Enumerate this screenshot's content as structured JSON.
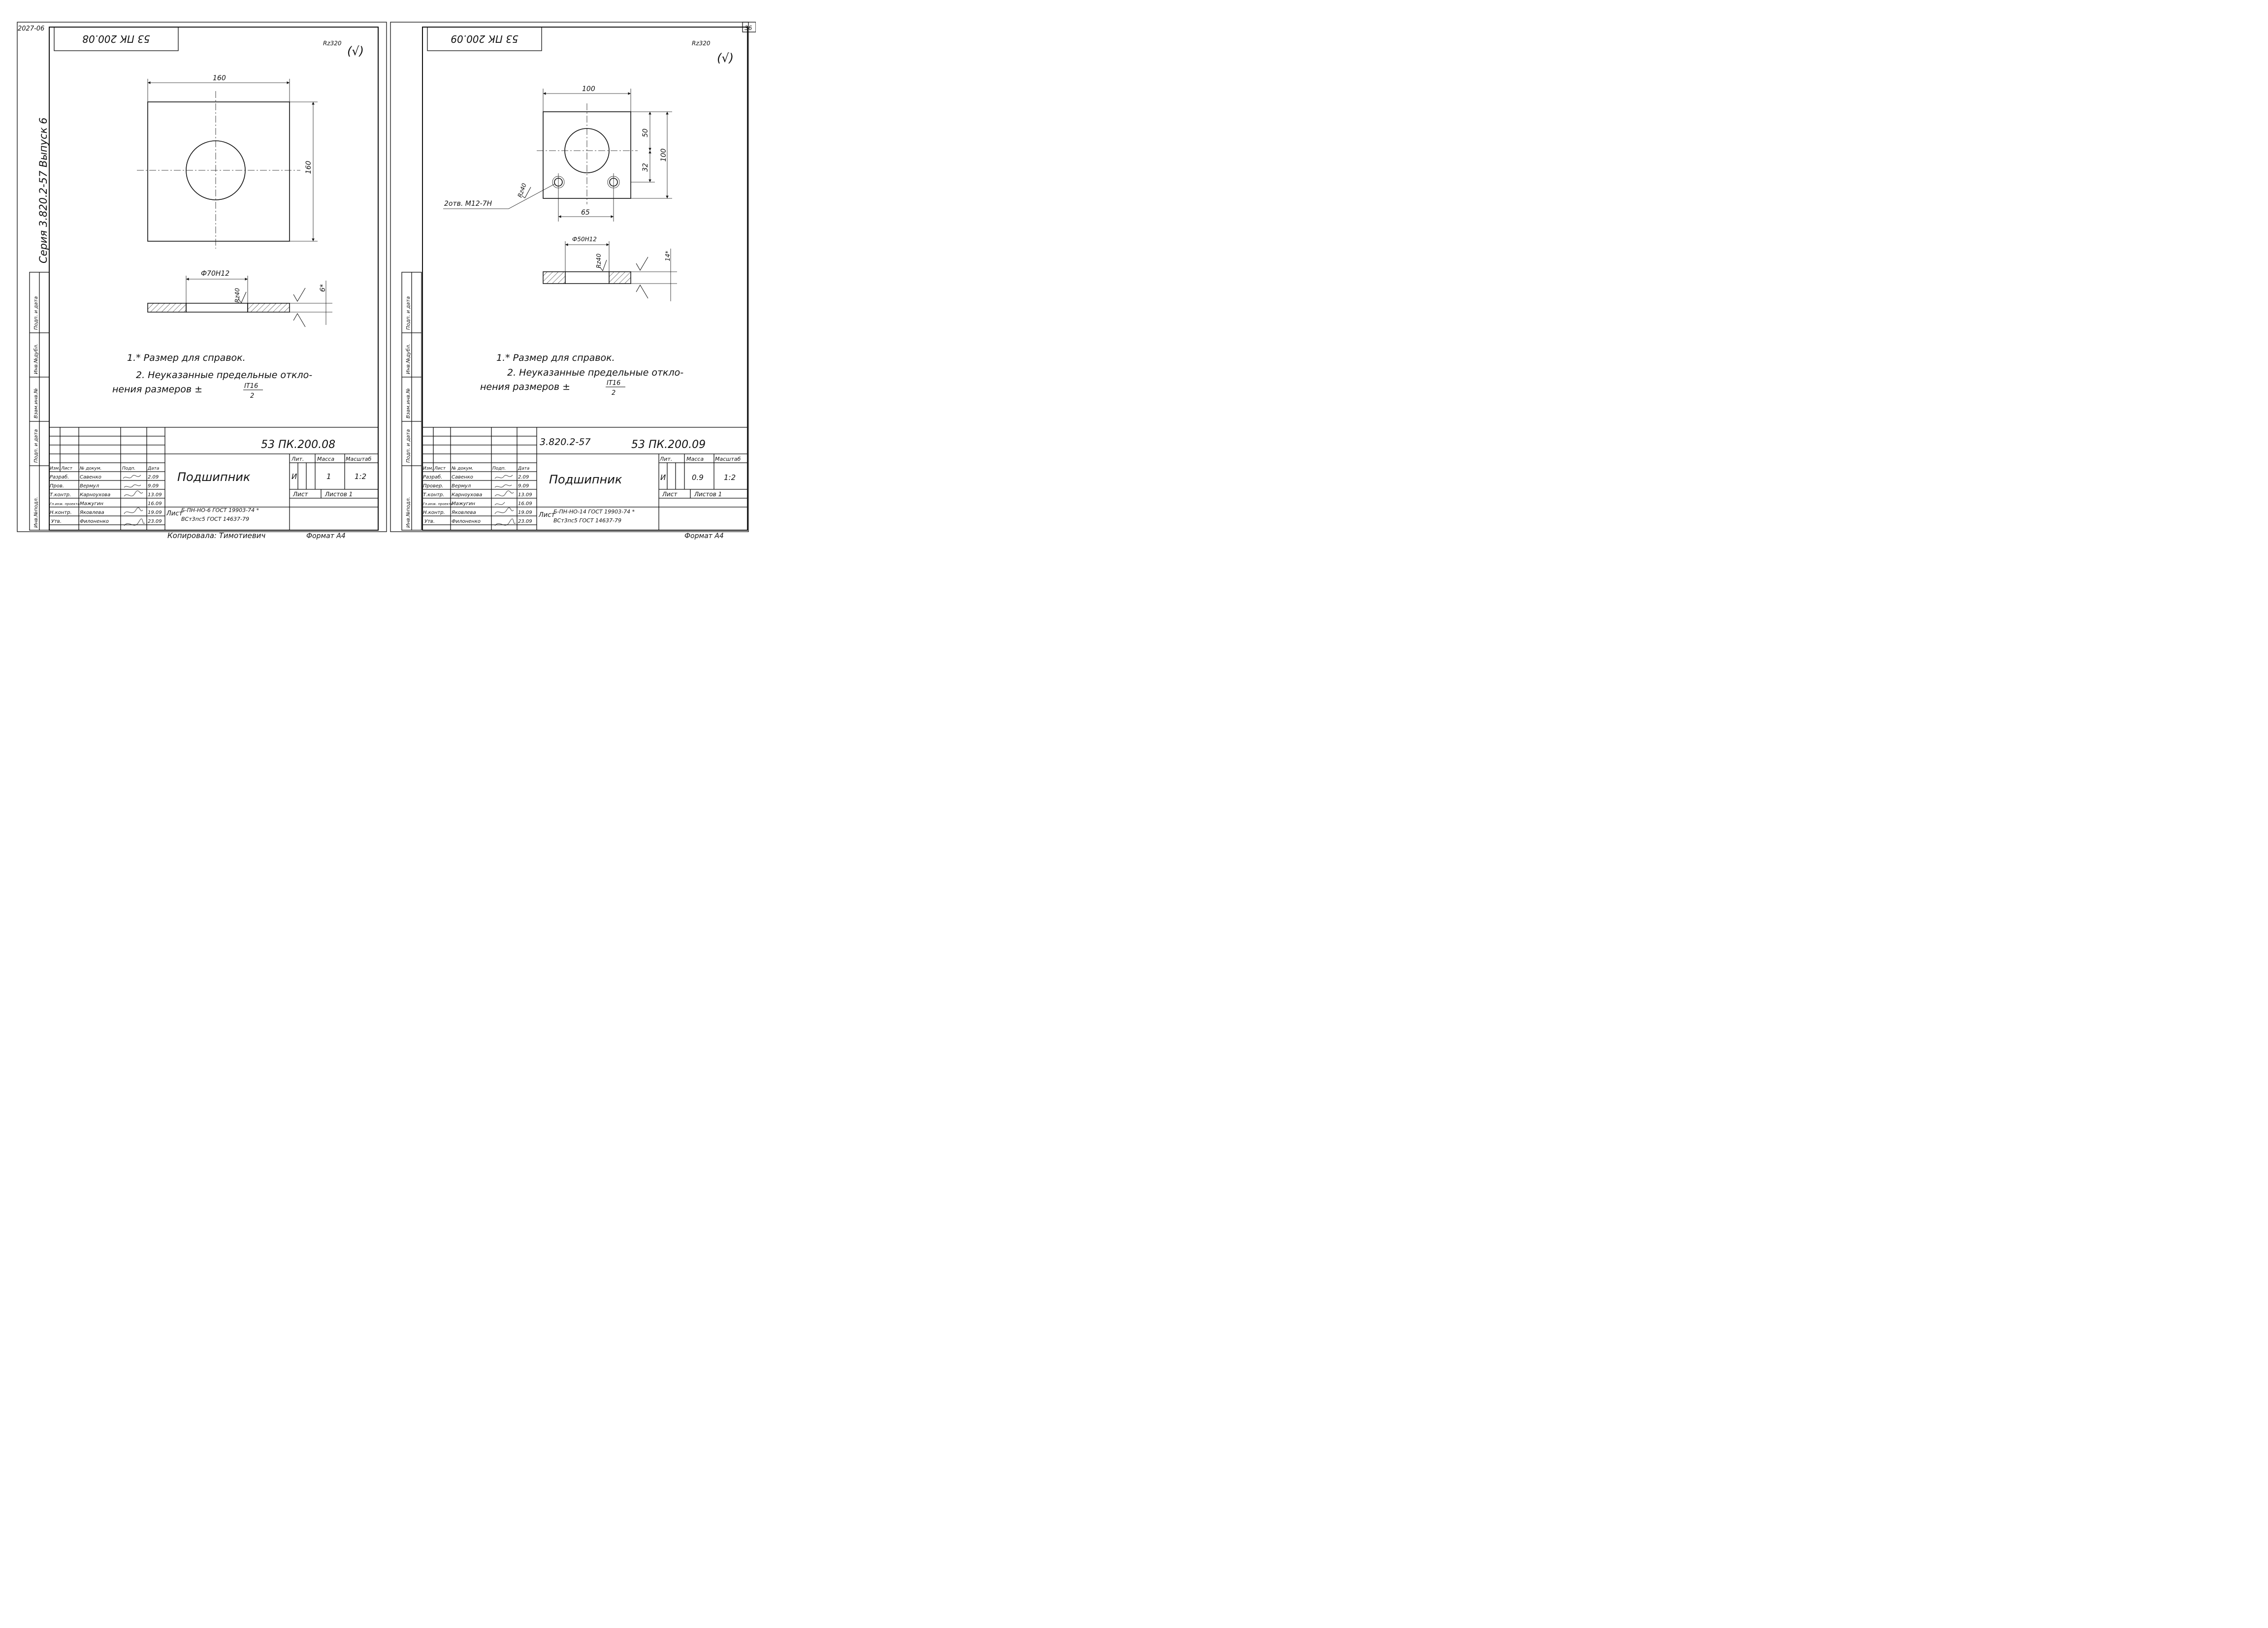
{
  "margin_topleft": "2027-06",
  "page_number": "36",
  "series_vertical": "Серия 3.820.2-57 Выпуск 6",
  "side_stamp_labels": [
    "Инв.№подл.",
    "Подп. и дата",
    "Взам.инв.№",
    "Инв.№дубл.",
    "Подп. и дата"
  ],
  "roughness_symbol": "Rz320",
  "roughness_paren": "(√)",
  "copied_by": "Копировала: Тимотиевич",
  "format_label": "Формат А4",
  "sheets": [
    {
      "id": "left",
      "top_code": "53 ПК 200.08",
      "dim_width": "160",
      "dim_height": "160",
      "bore": "Ф70Н12",
      "thickness": "6*",
      "rz_local": "Rz40",
      "note1": "1.* Размер для справок.",
      "note2_line1": "2. Неуказанные предельные откло-",
      "note2_line2": "нения   размеров  ±",
      "tolerance_num": "IT16",
      "tolerance_den": "2",
      "title_block": {
        "series_code": "",
        "doc_code": "53 ПК.200.08",
        "part_name": "Подшипник",
        "lit_header": "Лит.",
        "mass_header": "Масса",
        "scale_header": "Масштаб",
        "lit_value": "И",
        "mass_value": "1",
        "scale_value": "1:2",
        "sheet_label": "Лист",
        "sheets_label": "Листов 1",
        "material_prefix": "Лист",
        "material_line1": "Б-ПН-НО-6 ГОСТ 19903-74 *",
        "material_line2": "ВСт3пс5 ГОСТ 14637-79",
        "head_cols": [
          "Изм.",
          "Лист",
          "№ докум.",
          "Подп.",
          "Дата"
        ],
        "rows": [
          {
            "role": "Разраб.",
            "name": "Савенко",
            "date": "2.09"
          },
          {
            "role": "Пров.",
            "name": "Вермул",
            "date": "9.09"
          },
          {
            "role": "Т.контр.",
            "name": "Карноухова",
            "date": "13.09"
          },
          {
            "role": "Гл.инж. проекта",
            "name": "Мажугин",
            "date": "16.09"
          },
          {
            "role": "Н.контр.",
            "name": "Яковлева",
            "date": "19.09"
          },
          {
            "role": "Утв.",
            "name": "Филоненко",
            "date": "23.09"
          }
        ]
      }
    },
    {
      "id": "right",
      "top_code": "53 ПК 200.09",
      "dim_width": "100",
      "dim_height": "100",
      "dim_50": "50",
      "dim_32": "32",
      "dim_65": "65",
      "holes": "2отв. М12-7Н",
      "bore": "Ф50Н12",
      "thickness": "14*",
      "rz_local": "Rz40",
      "note1": "1.* Размер для справок.",
      "note2_line1": "2. Неуказанные предельные откло-",
      "note2_line2": "нения   размеров  ±",
      "tolerance_num": "IT16",
      "tolerance_den": "2",
      "title_block": {
        "series_code": "3.820.2-57",
        "doc_code": "53 ПК.200.09",
        "part_name": "Подшипник",
        "lit_header": "Лит.",
        "mass_header": "Масса",
        "scale_header": "Масштаб",
        "lit_value": "И",
        "mass_value": "0.9",
        "scale_value": "1:2",
        "sheet_label": "Лист",
        "sheets_label": "Листов 1",
        "material_prefix": "Лист",
        "material_line1": "Б-ПН-НО-14 ГОСТ 19903-74 *",
        "material_line2": "ВСт3пс5 ГОСТ 14637-79",
        "head_cols": [
          "Изм.",
          "Лист",
          "№ докум.",
          "Подп.",
          "Дата"
        ],
        "rows": [
          {
            "role": "Разраб.",
            "name": "Савенко",
            "date": "2.09"
          },
          {
            "role": "Провер.",
            "name": "Вермул",
            "date": "9.09"
          },
          {
            "role": "Т.контр.",
            "name": "Карноухова",
            "date": "13.09"
          },
          {
            "role": "Гл.инж. проекта",
            "name": "Мажугин",
            "date": "16.09"
          },
          {
            "role": "Н.контр.",
            "name": "Яковлева",
            "date": "19.09"
          },
          {
            "role": "Утв.",
            "name": "Филоненко",
            "date": "23.09"
          }
        ]
      }
    }
  ]
}
